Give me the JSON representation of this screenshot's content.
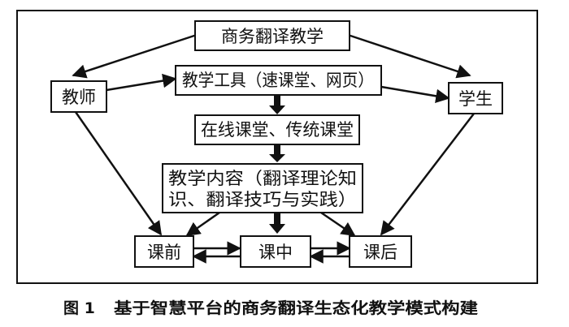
{
  "diagram": {
    "nodes": {
      "top": "商务翻译教学",
      "teacher": "教师",
      "student": "学生",
      "tools": "教学工具（速课堂、网页）",
      "classroom": "在线课堂、传统课堂",
      "content_line1": "教学内容（翻译理论知",
      "content_line2": "识、翻译技巧与实践）",
      "before": "课前",
      "during": "课中",
      "after": "课后"
    }
  },
  "caption": {
    "label": "图 1",
    "text": "基于智慧平台的商务翻译生态化教学模式构建"
  }
}
